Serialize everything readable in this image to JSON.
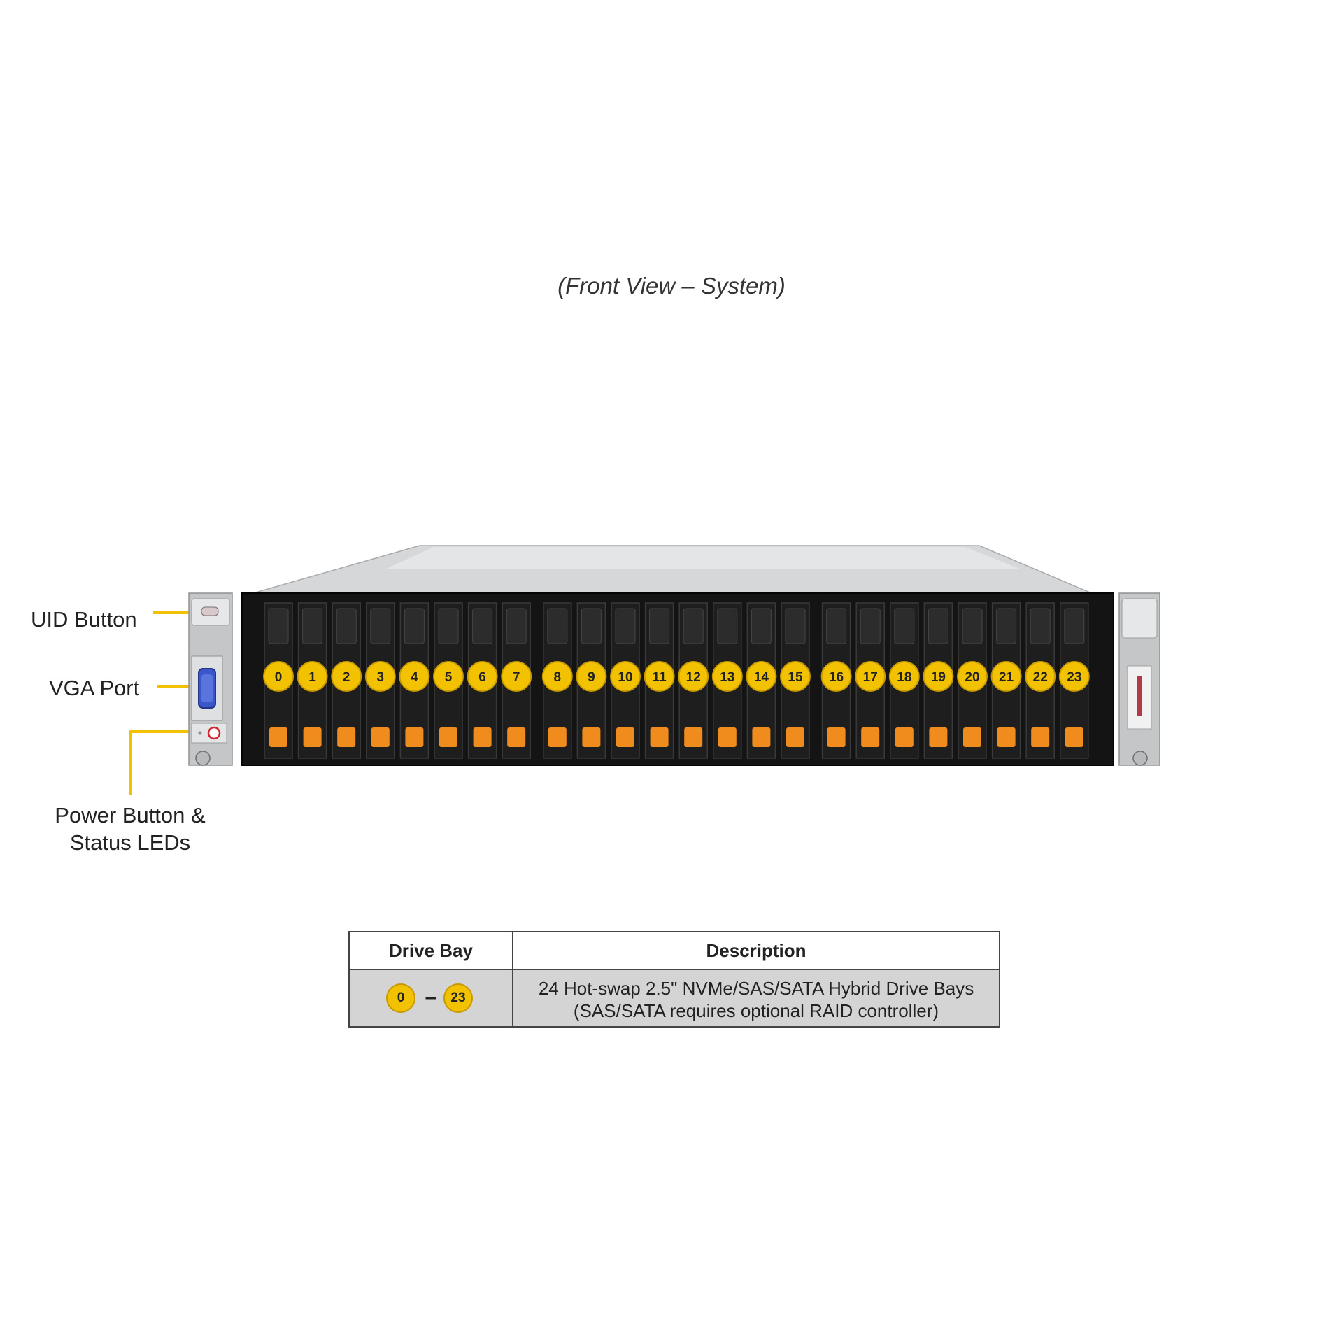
{
  "caption": "(Front View – System)",
  "callouts": {
    "uid": "UID Button",
    "vga": "VGA Port",
    "power_line1": "Power Button &",
    "power_line2": "Status LEDs"
  },
  "bays": [
    "0",
    "1",
    "2",
    "3",
    "4",
    "5",
    "6",
    "7",
    "8",
    "9",
    "10",
    "11",
    "12",
    "13",
    "14",
    "15",
    "16",
    "17",
    "18",
    "19",
    "20",
    "21",
    "22",
    "23"
  ],
  "colors": {
    "badge": "#f2c200",
    "leader": "#f2c200",
    "latch": "#f08c1e",
    "chassis": "#c8cacc",
    "bay_face": "#1e1e1e",
    "table_row": "#d4d4d4"
  },
  "table": {
    "headers": {
      "bay": "Drive Bay",
      "description": "Description"
    },
    "row": {
      "bay_start": "0",
      "bay_sep": "–",
      "bay_end": "23",
      "desc_line1": "24 Hot-swap 2.5\" NVMe/SAS/SATA Hybrid Drive Bays",
      "desc_line2": "(SAS/SATA requires optional RAID controller)"
    }
  }
}
